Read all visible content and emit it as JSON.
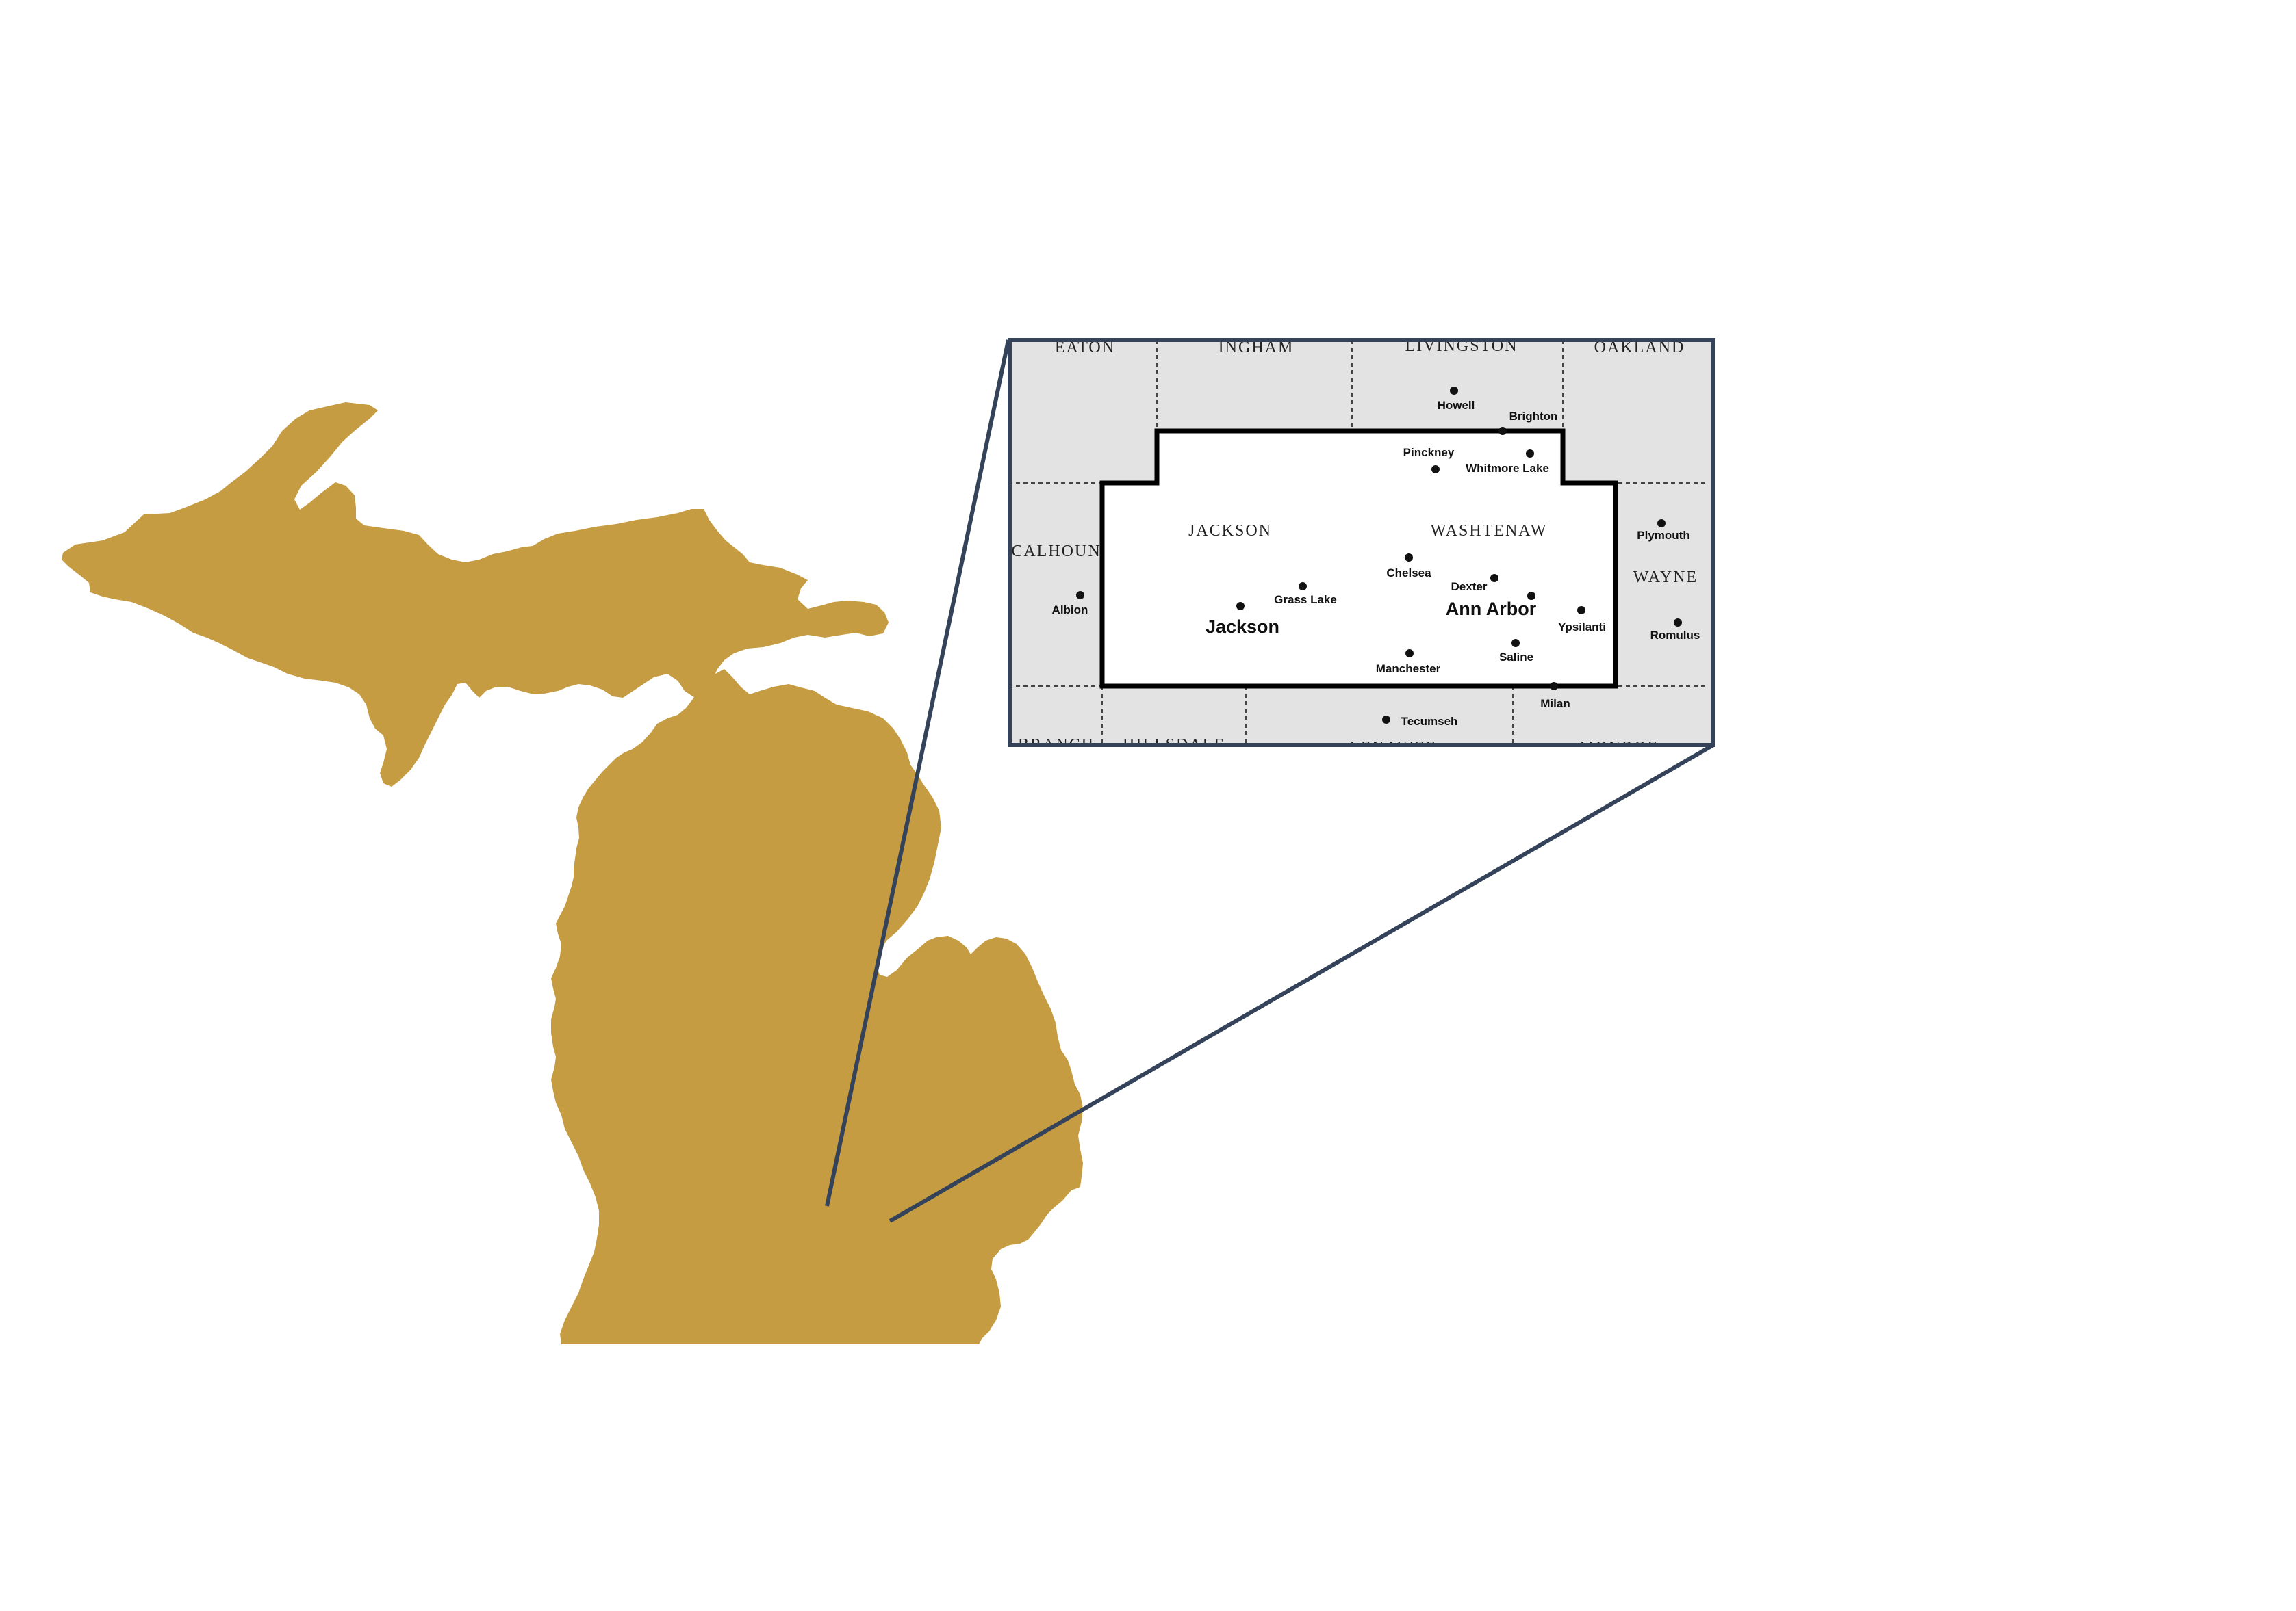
{
  "colors": {
    "state_fill": "#C69C43",
    "inset_background": "#E3E3E3",
    "inset_frame": "#34435A",
    "callout_line": "#34435A",
    "region_fill": "#FFFFFF",
    "region_border": "#000000"
  },
  "inset": {
    "counties": [
      {
        "id": "eaton",
        "label": "EATON"
      },
      {
        "id": "ingham",
        "label": "INGHAM"
      },
      {
        "id": "livingston",
        "label": "LIVINGSTON"
      },
      {
        "id": "oakland",
        "label": "OAKLAND"
      },
      {
        "id": "calhoun",
        "label": "CALHOUN"
      },
      {
        "id": "jackson",
        "label": "JACKSON"
      },
      {
        "id": "washtenaw",
        "label": "WASHTENAW"
      },
      {
        "id": "wayne",
        "label": "WAYNE"
      },
      {
        "id": "branch",
        "label": "BRANCH"
      },
      {
        "id": "hillsdale",
        "label": "HILLSDALE"
      },
      {
        "id": "lenawee",
        "label": "LENAWEE"
      },
      {
        "id": "monroe",
        "label": "MONROE"
      }
    ],
    "cities": [
      {
        "id": "howell",
        "label": "Howell"
      },
      {
        "id": "brighton",
        "label": "Brighton"
      },
      {
        "id": "pinckney",
        "label": "Pinckney"
      },
      {
        "id": "whitmore-lake",
        "label": "Whitmore Lake"
      },
      {
        "id": "plymouth",
        "label": "Plymouth"
      },
      {
        "id": "chelsea",
        "label": "Chelsea"
      },
      {
        "id": "dexter",
        "label": "Dexter"
      },
      {
        "id": "ann-arbor",
        "label": "Ann Arbor"
      },
      {
        "id": "ypsilanti",
        "label": "Ypsilanti"
      },
      {
        "id": "albion",
        "label": "Albion"
      },
      {
        "id": "grass-lake",
        "label": "Grass Lake"
      },
      {
        "id": "jackson",
        "label": "Jackson"
      },
      {
        "id": "romulus",
        "label": "Romulus"
      },
      {
        "id": "manchester",
        "label": "Manchester"
      },
      {
        "id": "saline",
        "label": "Saline"
      },
      {
        "id": "milan",
        "label": "Milan"
      },
      {
        "id": "tecumseh",
        "label": "Tecumseh"
      }
    ]
  }
}
